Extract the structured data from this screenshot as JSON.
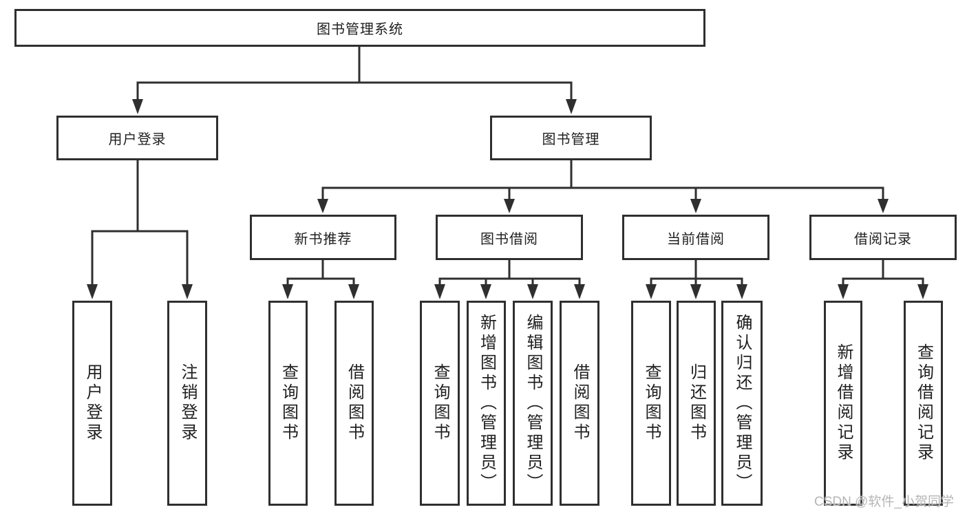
{
  "nodes": {
    "root": "图书管理系统",
    "level2": {
      "user": "用户登录",
      "book": "图书管理"
    },
    "level3": {
      "recommend": "新书推荐",
      "borrow": "图书借阅",
      "current": "当前借阅",
      "records": "借阅记录"
    },
    "leaves": {
      "user_login": "用户登录",
      "user_logout": "注销登录",
      "rec_query_book": "查询图书",
      "rec_borrow_book": "借阅图书",
      "bor_query_book": "查询图书",
      "bor_add_book_admin": "新增图书（管理员）",
      "bor_edit_book_admin": "编辑图书（管理员）",
      "bor_borrow_book": "借阅图书",
      "cur_query_book": "查询图书",
      "cur_return_book": "归还图书",
      "cur_confirm_return_admin": "确认归还（管理员）",
      "records_add_record": "新增借阅记录",
      "records_query_record": "查询借阅记录"
    }
  },
  "watermark": "CSDN @软件_小贺同学",
  "colors": {
    "line": "#2f2f2f",
    "text": "#1f1f1f",
    "watermark": "#b5b5b5",
    "background": "#ffffff"
  }
}
